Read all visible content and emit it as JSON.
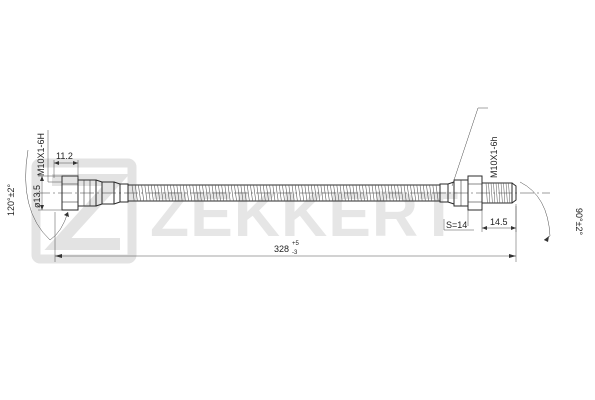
{
  "watermark": {
    "brand": "ZEKKERT"
  },
  "dimensions": {
    "thread_left": "M10X1-6H",
    "thread_right": "M10X1-6h",
    "length_left_fitting": "11.2",
    "diameter_left": "ø13.5",
    "angle_left": "120°±2°",
    "angle_right": "90°±2°",
    "wrench_size": "S=14",
    "length_right_fitting": "14.5",
    "overall_length": "328",
    "overall_tol_upper": "+5",
    "overall_tol_lower": "-3"
  }
}
